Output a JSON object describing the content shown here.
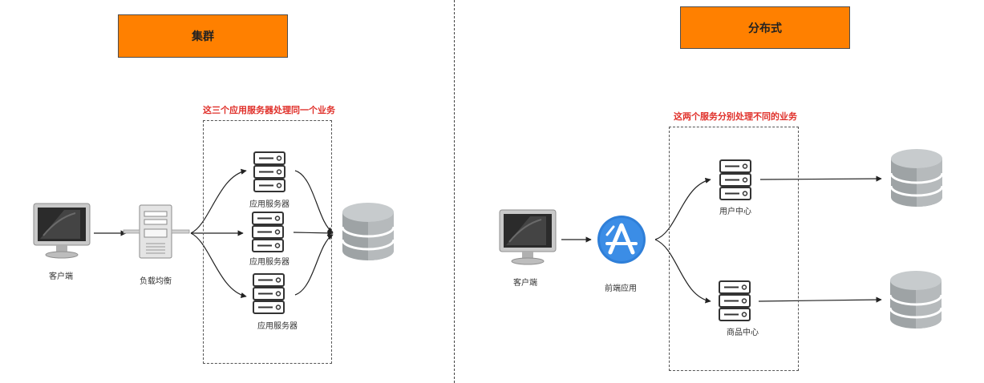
{
  "left": {
    "title": "集群",
    "note": "这三个应用服务器处理同一个业务",
    "client_label": "客户端",
    "lb_label": "负载均衡",
    "server_labels": [
      "应用服务器",
      "应用服务器",
      "应用服务器"
    ]
  },
  "right": {
    "title": "分布式",
    "note": "这两个服务分别处理不同的业务",
    "client_label": "客户端",
    "frontend_label": "前端应用",
    "service_labels": [
      "用户中心",
      "商品中心"
    ]
  },
  "colors": {
    "title_bg": "#ff8000",
    "note": "#e0302a",
    "app_icon": "#2f7fd8"
  }
}
